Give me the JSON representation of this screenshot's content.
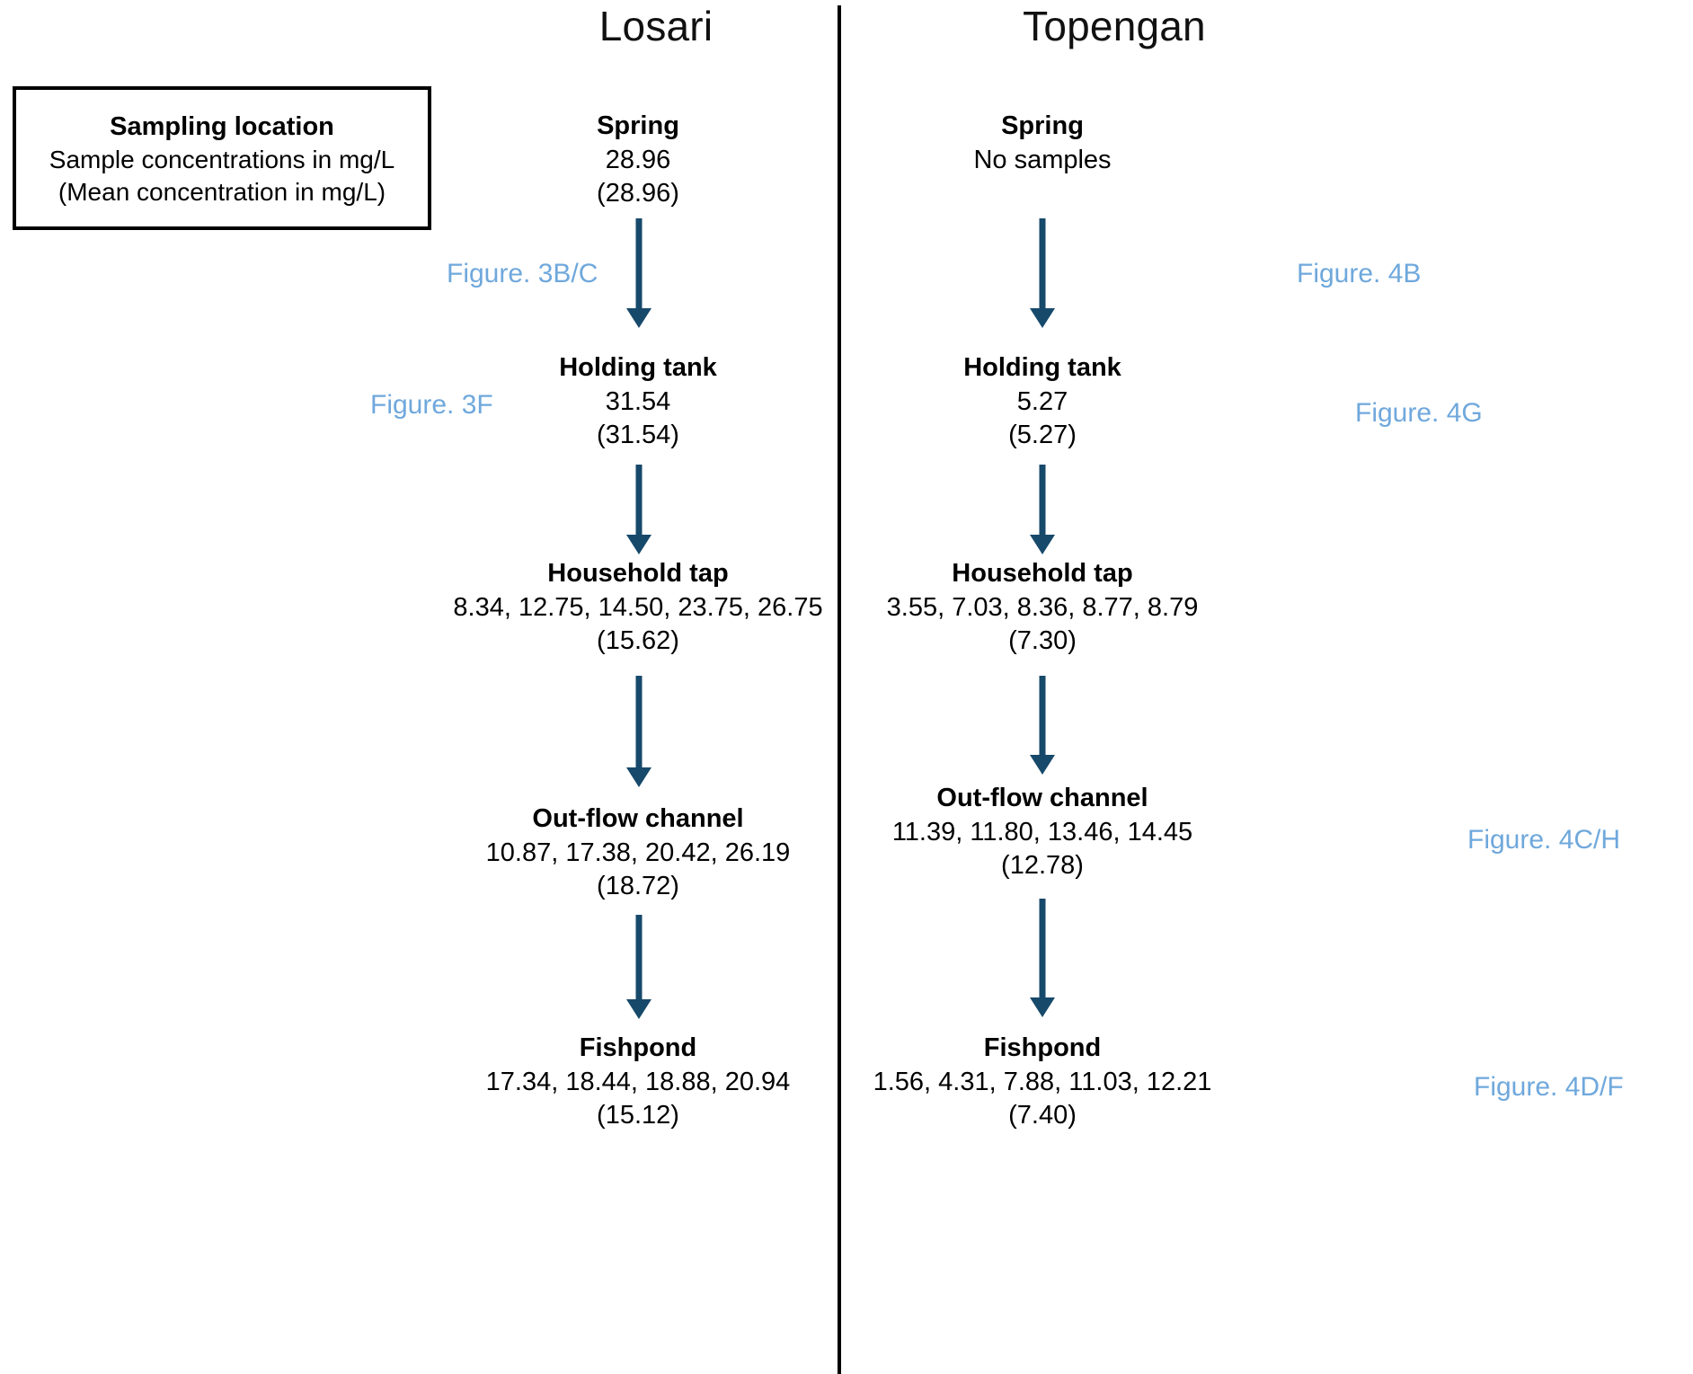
{
  "figure": {
    "type": "flow-diagram",
    "headers": [
      {
        "label": "Losari"
      },
      {
        "label": "Topengan"
      }
    ],
    "legend": {
      "title": "Sampling location",
      "line2": "Sample concentrations in mg/L",
      "line3": "(Mean concentration in mg/L)"
    },
    "colors": {
      "arrow": "#17496B",
      "figure_label": "#6FA8DC",
      "text": "#000000",
      "divider": "#000000"
    },
    "columns": [
      {
        "name": "Losari",
        "nodes": [
          {
            "title": "Spring",
            "values": "28.96",
            "mean": "(28.96)"
          },
          {
            "title": "Holding tank",
            "values": "31.54",
            "mean": "(31.54)"
          },
          {
            "title": "Household tap",
            "values": "8.34, 12.75, 14.50, 23.75, 26.75",
            "mean": "(15.62)"
          },
          {
            "title": "Out-flow channel",
            "values": "10.87, 17.38, 20.42, 26.19",
            "mean": "(18.72)"
          },
          {
            "title": "Fishpond",
            "values": "17.34, 18.44, 18.88, 20.94",
            "mean": "(15.12)"
          }
        ],
        "figure_labels": [
          {
            "text": "Figure. 3B/C"
          },
          {
            "text": "Figure. 3F"
          }
        ]
      },
      {
        "name": "Topengan",
        "nodes": [
          {
            "title": "Spring",
            "values": "No samples",
            "mean": ""
          },
          {
            "title": "Holding tank",
            "values": "5.27",
            "mean": "(5.27)"
          },
          {
            "title": "Household tap",
            "values": "3.55, 7.03, 8.36, 8.77, 8.79",
            "mean": "(7.30)"
          },
          {
            "title": "Out-flow channel",
            "values": "11.39, 11.80, 13.46, 14.45",
            "mean": "(12.78)"
          },
          {
            "title": "Fishpond",
            "values": "1.56, 4.31, 7.88, 11.03, 12.21",
            "mean": "(7.40)"
          }
        ],
        "figure_labels": [
          {
            "text": "Figure. 4B"
          },
          {
            "text": "Figure. 4G"
          },
          {
            "text": "Figure. 4C/H"
          },
          {
            "text": "Figure. 4D/F"
          }
        ]
      }
    ]
  }
}
